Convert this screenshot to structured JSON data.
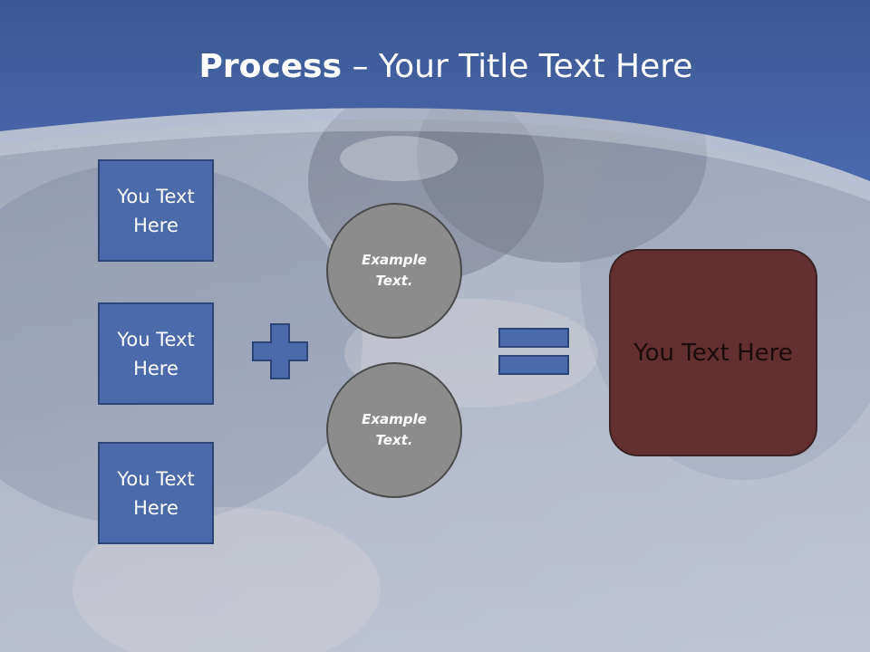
{
  "title": {
    "bold": "Process",
    "rest": " – Your Title Text Here"
  },
  "left_boxes": [
    {
      "label": "You Text Here"
    },
    {
      "label": "You Text Here"
    },
    {
      "label": "You Text Here"
    }
  ],
  "circles": [
    {
      "label": "Example Text."
    },
    {
      "label": "Example Text."
    }
  ],
  "operators": {
    "plus": "plus-icon",
    "equals": "equals-icon"
  },
  "result_box": {
    "label": "You Text Here"
  },
  "colors": {
    "header_blue": "#4463a8",
    "box_blue": "#4a6aaa",
    "circle_gray": "#8c8c8c",
    "result_maroon": "#632f30"
  }
}
